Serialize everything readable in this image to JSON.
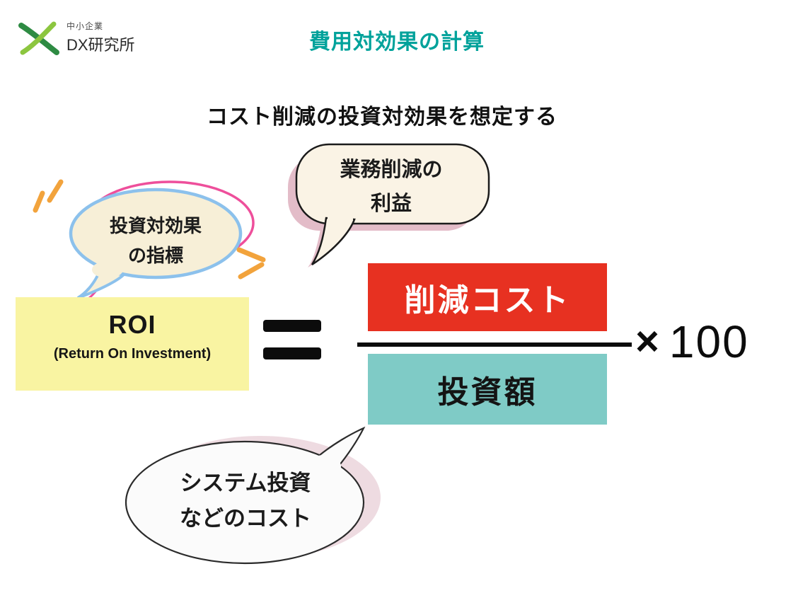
{
  "logo": {
    "line1": "中小企業",
    "line2": "DX研究所"
  },
  "title": "費用対効果の計算",
  "subtitle": "コスト削減の投資対効果を想定する",
  "bubble_top": {
    "line1": "業務削減の",
    "line2": "利益"
  },
  "bubble_left": {
    "line1": "投資対効果",
    "line2": "の指標"
  },
  "bubble_bottom": {
    "line1": "システム投資",
    "line2": "などのコスト"
  },
  "formula": {
    "roi": "ROI",
    "roi_full": "(Return On Investment)",
    "equals": "=",
    "numerator": "削減コスト",
    "denominator": "投資額",
    "multiply_sign": "×",
    "multiplier": "100"
  },
  "colors": {
    "title_teal": "#00a29b",
    "numerator_red": "#e73121",
    "denominator_teal": "#7fcbc6",
    "roi_yellow": "#f9f4a2",
    "bubble_cream": "#faf3e5",
    "bubble_shadow_pink": "#e3bcc8",
    "bubble_outline_blue": "#8cc1ec",
    "bubble_outline_pink": "#ee4f9b",
    "sparkle_orange": "#f2a33c",
    "logo_green_dark": "#2e8b43",
    "logo_green_light": "#8cc63f"
  }
}
